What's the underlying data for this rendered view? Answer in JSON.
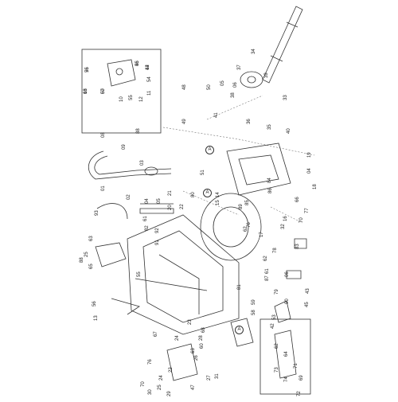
{
  "diagram": {
    "type": "exploded-parts-view",
    "part_labels": [
      "56",
      "55",
      "12",
      "63",
      "57",
      "54",
      "10",
      "55",
      "11",
      "12",
      "48",
      "50",
      "05",
      "06",
      "38",
      "39",
      "37",
      "34",
      "33",
      "49",
      "41",
      "35",
      "40",
      "36",
      "08",
      "88",
      "09",
      "51",
      "14",
      "15",
      "19",
      "04",
      "18",
      "66",
      "93",
      "01",
      "03",
      "02",
      "04",
      "05",
      "21",
      "20",
      "22",
      "80",
      "61",
      "82",
      "91",
      "92",
      "62",
      "17",
      "16",
      "70",
      "63",
      "25",
      "65",
      "88",
      "55",
      "56",
      "13",
      "67",
      "68",
      "81",
      "06",
      "79",
      "90",
      "43",
      "45",
      "53",
      "42",
      "59",
      "58",
      "63",
      "60",
      "62",
      "64",
      "74",
      "71",
      "72",
      "73",
      "69",
      "70",
      "76",
      "24",
      "26",
      "47",
      "25",
      "27",
      "31",
      "30",
      "29",
      "22",
      "24",
      "23",
      "28",
      "87",
      "61",
      "62",
      "32",
      "83",
      "85",
      "86",
      "84",
      "89",
      "78",
      "77",
      "76",
      "75",
      "46",
      "44",
      "16",
      "60"
    ],
    "markers": [
      "A",
      "A",
      "A"
    ]
  }
}
